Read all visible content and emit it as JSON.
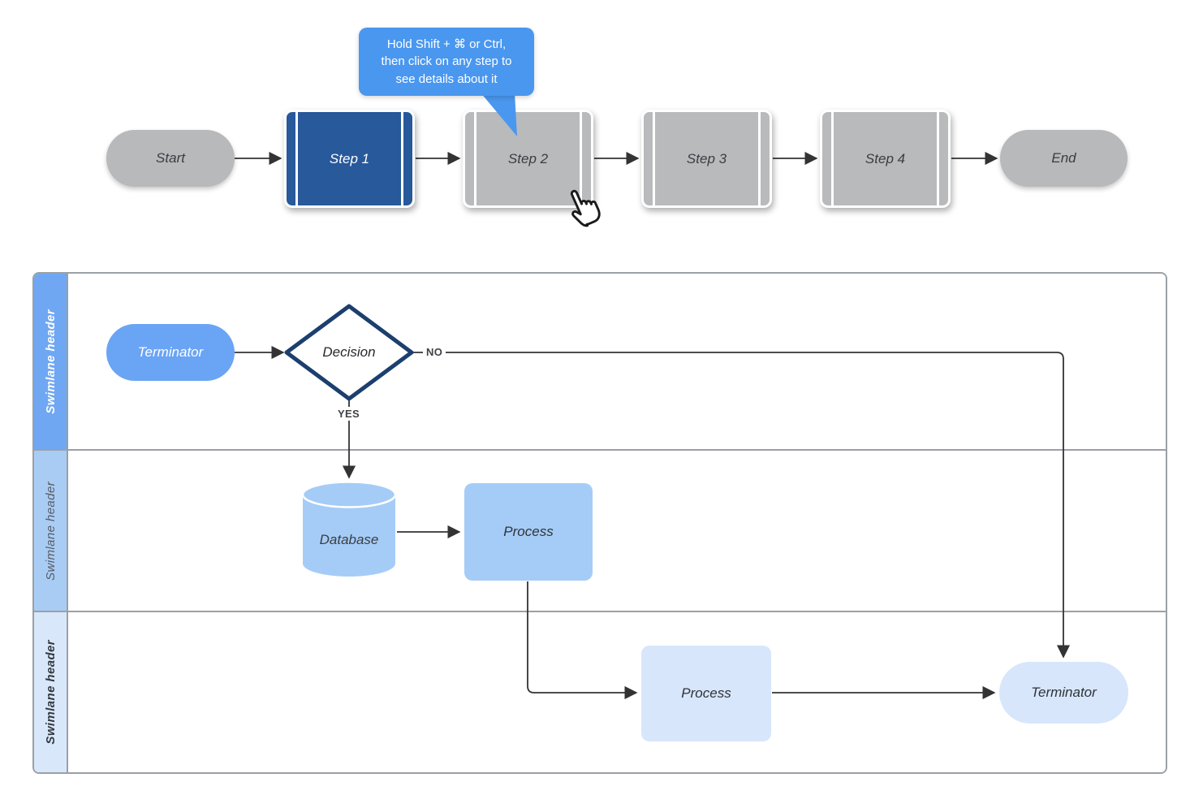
{
  "tooltip": {
    "text": "Hold Shift + ⌘ or Ctrl,\nthen click on any step to\nsee details about it",
    "color": "#4a97ef"
  },
  "top_flow": {
    "nodes": [
      {
        "label": "Start",
        "type": "terminator"
      },
      {
        "label": "Step 1",
        "type": "predefined-process",
        "selected": true
      },
      {
        "label": "Step 2",
        "type": "predefined-process",
        "selected": false
      },
      {
        "label": "Step 3",
        "type": "predefined-process",
        "selected": false
      },
      {
        "label": "Step 4",
        "type": "predefined-process",
        "selected": false
      },
      {
        "label": "End",
        "type": "terminator"
      }
    ]
  },
  "swimlanes": {
    "lanes": [
      {
        "header": "Swimlane header"
      },
      {
        "header": "Swimlane header"
      },
      {
        "header": "Swimlane header"
      }
    ]
  },
  "flowchart": {
    "lane1": {
      "terminator": "Terminator",
      "decision": "Decision",
      "edge_no": "NO",
      "edge_yes": "YES"
    },
    "lane2": {
      "database": "Database",
      "process": "Process"
    },
    "lane3": {
      "process": "Process",
      "terminator": "Terminator"
    }
  },
  "colors": {
    "selected_step": "#27599b",
    "inactive_step": "#b8babc",
    "tooltip_blue": "#4a97ef",
    "lane1_header": "#6fa7f3",
    "lane2_header": "#a9ccf4",
    "lane3_header": "#d9e7fb",
    "shape_blue_mid": "#6aa4f5",
    "shape_blue_light": "#a5ccf7",
    "shape_blue_pale": "#d7e6fb",
    "decision_border": "#1b3f6e",
    "connector": "#333333",
    "lane_border": "#9aa0a6"
  }
}
